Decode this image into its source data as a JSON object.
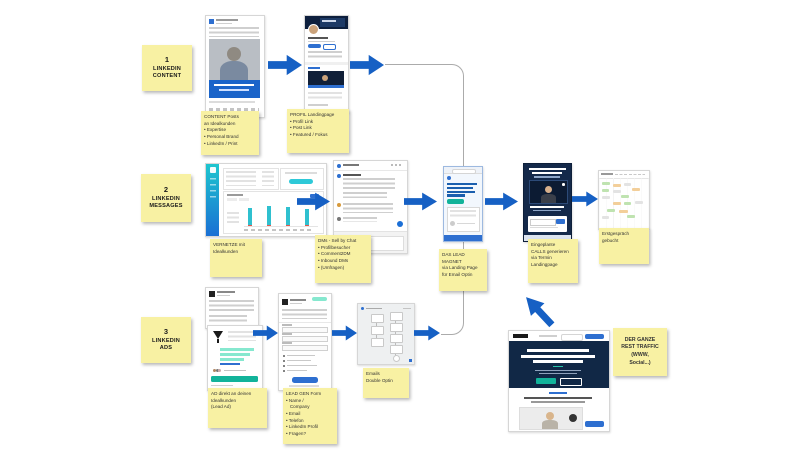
{
  "colors": {
    "sticky": "#f8f1a3",
    "arrow_blue": "#1660c4",
    "teal_accent": "#12b39a",
    "navy": "#13294b",
    "linkedin_blue": "#2e6fd0"
  },
  "steps": {
    "s1": {
      "num": "1",
      "label": "LINKEDIN\nCONTENT"
    },
    "s2": {
      "num": "2",
      "label": "LINKEDIN\nMESSAGES"
    },
    "s3": {
      "num": "3",
      "label": "LINKEDIN\nADS"
    }
  },
  "notes": {
    "content_posts": "CONTENT Posts\nan Idealkunden\n• Expertise\n• Personal Brand\n• LinkedIn / Print",
    "profil_landingpage": "PROFIL Landingpage\n• Profil Link\n• Post Link\n• Featured / Fokus",
    "vernetze": "VERNETZE mit\nIdealkunden",
    "dms": "DMs - Sell by Chat\n• Profilbesucher\n• Comment2DM\n• Inbound DMs\n• (Umfragen)",
    "lead_magnet": "DAS LEAD\nMAGNET\nvia Landing Page\nfür Email Optin",
    "calls": "Eingeplante\nCALLS generieren\nvia Termin\nLandingpage",
    "erstgespraech": "Erstgespräch\ngebucht",
    "ad_direkt": "AD direkt an deinen\nIdealkunden\n(Lead Ad)",
    "leadgen_form": "LEAD GEN Form\n• Name /\n   Company\n• Email\n• Telefon\n• LinkedIn Profil\n• Fragen?",
    "double_optin": "Emails\nDouble Optin",
    "rest_traffic": "DER GANZE\nREST TRAFFIC\n(WWW,\nSocial...)"
  }
}
